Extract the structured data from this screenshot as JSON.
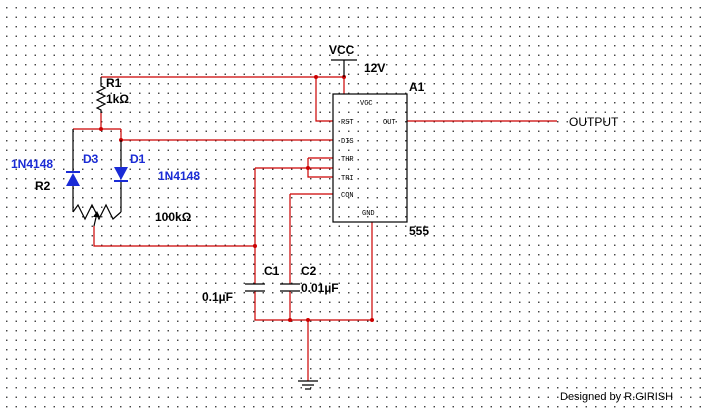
{
  "supply": {
    "label": "VCC",
    "voltage": "12V"
  },
  "ic": {
    "refdes": "A1",
    "part": "555",
    "pins": {
      "vcc": "VCC",
      "rst": "RST",
      "out": "OUT",
      "dis": "DIS",
      "thr": "THR",
      "tri": "TRI",
      "con": "CON",
      "gnd": "GND"
    }
  },
  "components": {
    "r1": {
      "ref": "R1",
      "value": "1kΩ"
    },
    "r2": {
      "ref": "R2",
      "value": "100kΩ"
    },
    "d1": {
      "ref": "D1",
      "part": "1N4148"
    },
    "d3": {
      "ref": "D3",
      "part": "1N4148"
    },
    "c1": {
      "ref": "C1",
      "value": "0.1µF"
    },
    "c2": {
      "ref": "C2",
      "value": "0.01µF"
    }
  },
  "output_label": "OUTPUT",
  "credit": "Designed by R.GIRISH",
  "colors": {
    "wire": "#cc0000",
    "diode": "#1a2bd6",
    "component": "#000000",
    "grid_dot": "#3a3a3a"
  }
}
